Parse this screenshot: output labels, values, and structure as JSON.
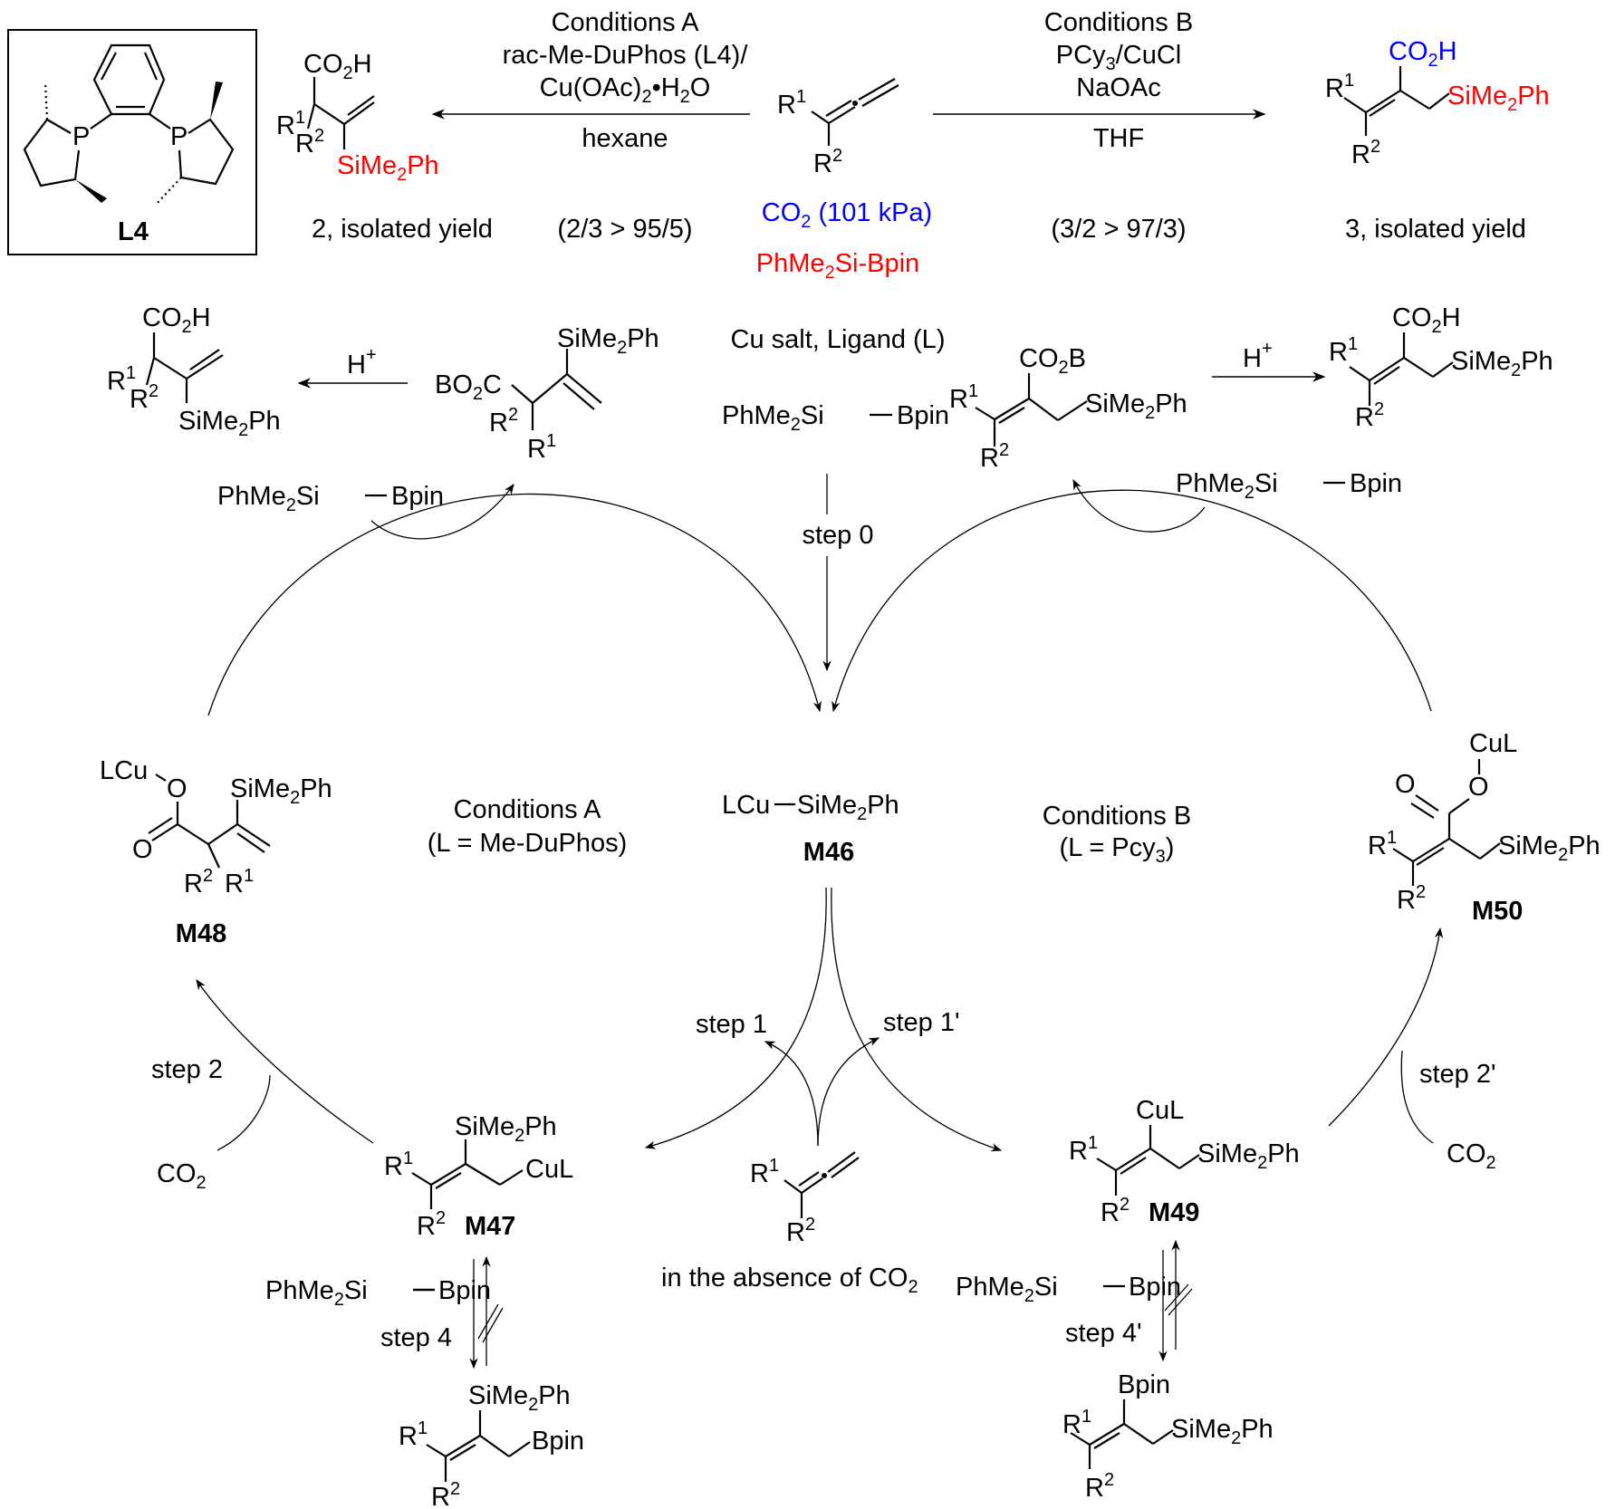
{
  "ligand_box": {
    "label": "L4",
    "atoms": [
      "P",
      "P"
    ]
  },
  "top_scheme": {
    "conditions_a": {
      "title": "Conditions A",
      "line2_prefix": "rac",
      "line2_mid": "-Me-DuPhos (",
      "line2_ligand": "L4",
      "line2_suffix": ")/",
      "line3_a": "Cu(OAc)",
      "line3_sub": "2",
      "line3_b": "•H",
      "line3_sub2": "2",
      "line3_c": "O",
      "solvent": "hexane",
      "selectivity_open": "(",
      "selectivity_num": "2",
      "selectivity_sep": "/",
      "selectivity_den": "3",
      "selectivity_rest": " > 95/5)"
    },
    "conditions_b": {
      "title": "Conditions B",
      "line2_a": "PCy",
      "line2_sub": "3",
      "line2_b": "/CuCl",
      "line3": "NaOAc",
      "solvent": "THF",
      "selectivity_open": "(",
      "selectivity_num": "3",
      "selectivity_sep": "/",
      "selectivity_den": "2",
      "selectivity_rest": " > 97/3)"
    },
    "reagent_co2": "CO",
    "reagent_co2_sub": "2",
    "reagent_co2_rest": " (101 kPa)",
    "reagent_silyl_a": "PhMe",
    "reagent_silyl_sub": "2",
    "reagent_silyl_b": "Si-Bpin",
    "product_2": {
      "label": "2",
      "caption": ", isolated yield"
    },
    "product_3": {
      "label": "3",
      "caption": ", isolated yield"
    },
    "colors": {
      "co2": "#0000ff",
      "silyl": "#ff0000"
    }
  },
  "groups": {
    "co2h": "CO",
    "co2h_sub": "2",
    "co2h_end": "H",
    "co2b": "CO",
    "co2b_sub": "2",
    "co2b_end": "B",
    "bo2c_a": "BO",
    "bo2c_sub": "2",
    "bo2c_b": "C",
    "sime2ph_a": "SiMe",
    "sime2ph_sub": "2",
    "sime2ph_b": "Ph",
    "r": "R",
    "r1_sup": "1",
    "r2_sup": "2",
    "cul": "CuL",
    "lcu": "LCu",
    "bpin": "Bpin",
    "o": "O",
    "h_plus": "H",
    "plus": "+",
    "co2": "CO",
    "co2_sub": "2"
  },
  "cycle": {
    "catalyst_precursor": "Cu salt, Ligand (L)",
    "silylborane_a": "PhMe",
    "silylborane_sub": "2",
    "silylborane_b": "Si",
    "silylborane_c": "Bpin",
    "step0": "step 0",
    "step1": "step 1",
    "step1p": "step 1'",
    "step2": "step 2",
    "step2p": "step 2'",
    "step4": "step 4",
    "step4p": "step 4'",
    "absence_note": "in the absence of CO",
    "absence_note_sub": "2",
    "conditions_a_title": "Conditions A",
    "conditions_a_ligand": "(L = Me-DuPhos)",
    "conditions_b_title": "Conditions B",
    "conditions_b_ligand_a": "(L = Pcy",
    "conditions_b_ligand_sub": "3",
    "conditions_b_ligand_b": ")",
    "m46": "M46",
    "m47": "M47",
    "m48": "M48",
    "m49": "M49",
    "m50": "M50",
    "m46_formula_a": "LCu",
    "m46_formula_b": "SiMe",
    "m46_formula_sub": "2",
    "m46_formula_c": "Ph"
  }
}
